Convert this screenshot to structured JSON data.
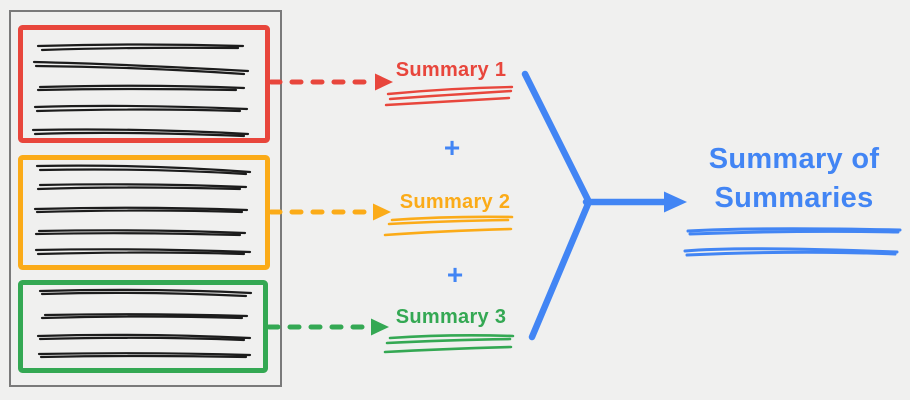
{
  "background_color": "#F0F0EF",
  "colors": {
    "red": "#E8463C",
    "orange": "#FBAB18",
    "green": "#34A853",
    "blue": "#4285F4",
    "document_border": "#7A7A7A",
    "ink": "#1C1C1C"
  },
  "document": {
    "sections": [
      {
        "id": "section-red",
        "border_color": "#E8463C",
        "text_line_count": 5
      },
      {
        "id": "section-orange",
        "border_color": "#FBAB18",
        "text_line_count": 5
      },
      {
        "id": "section-green",
        "border_color": "#34A853",
        "text_line_count": 4
      }
    ]
  },
  "summaries": [
    {
      "label": "Summary 1",
      "color": "#E8463C"
    },
    {
      "label": "Summary 2",
      "color": "#FBAB18"
    },
    {
      "label": "Summary 3",
      "color": "#34A853"
    }
  ],
  "plus_sign": "+",
  "result": {
    "line1": "Summary of",
    "line2": "Summaries",
    "color": "#4285F4"
  }
}
